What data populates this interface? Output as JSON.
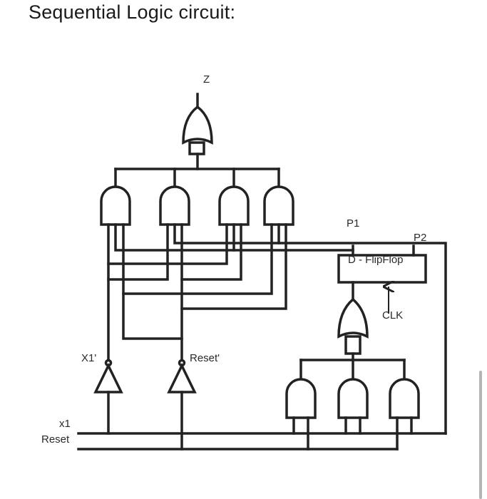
{
  "title": "Sequential Logic circuit:",
  "labels": {
    "z": "Z",
    "p1": "P1",
    "p2": "P2",
    "flipflop": "D - FlipFlop",
    "clk": "CLK",
    "x1_prime": "X1'",
    "reset_prime": "Reset'",
    "x1": "x1",
    "reset": "Reset"
  },
  "icons": [
    "or-gate",
    "and-gate",
    "not-gate",
    "d-flipflop",
    "clock-arrow"
  ]
}
